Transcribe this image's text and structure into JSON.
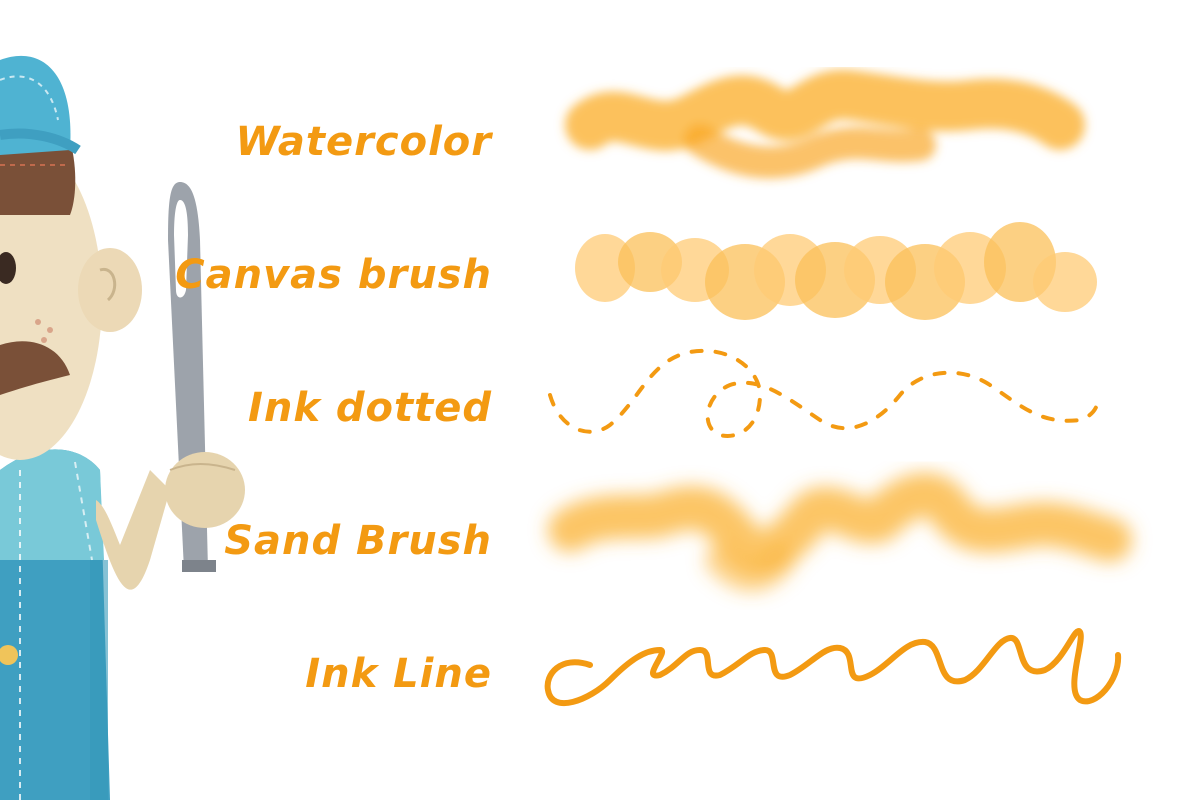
{
  "colors": {
    "accent": "#f39a12",
    "stroke_light": "#ffc25e",
    "stroke_medium": "#fbb63e",
    "hat": "#4fb3d2",
    "shirt": "#79c9d8",
    "overalls": "#3f9fc1",
    "skin": "#efe0c2",
    "hair": "#7a5038",
    "needle": "#9da3ab"
  },
  "icons": {
    "character": "tailor-character-icon",
    "needle": "sewing-needle-icon"
  },
  "brushes": [
    {
      "label": "Watercolor",
      "stroke": "watercolor"
    },
    {
      "label": "Canvas brush",
      "stroke": "canvas"
    },
    {
      "label": "Ink dotted",
      "stroke": "dotted"
    },
    {
      "label": "Sand Brush",
      "stroke": "sand"
    },
    {
      "label": "Ink Line",
      "stroke": "line"
    }
  ]
}
